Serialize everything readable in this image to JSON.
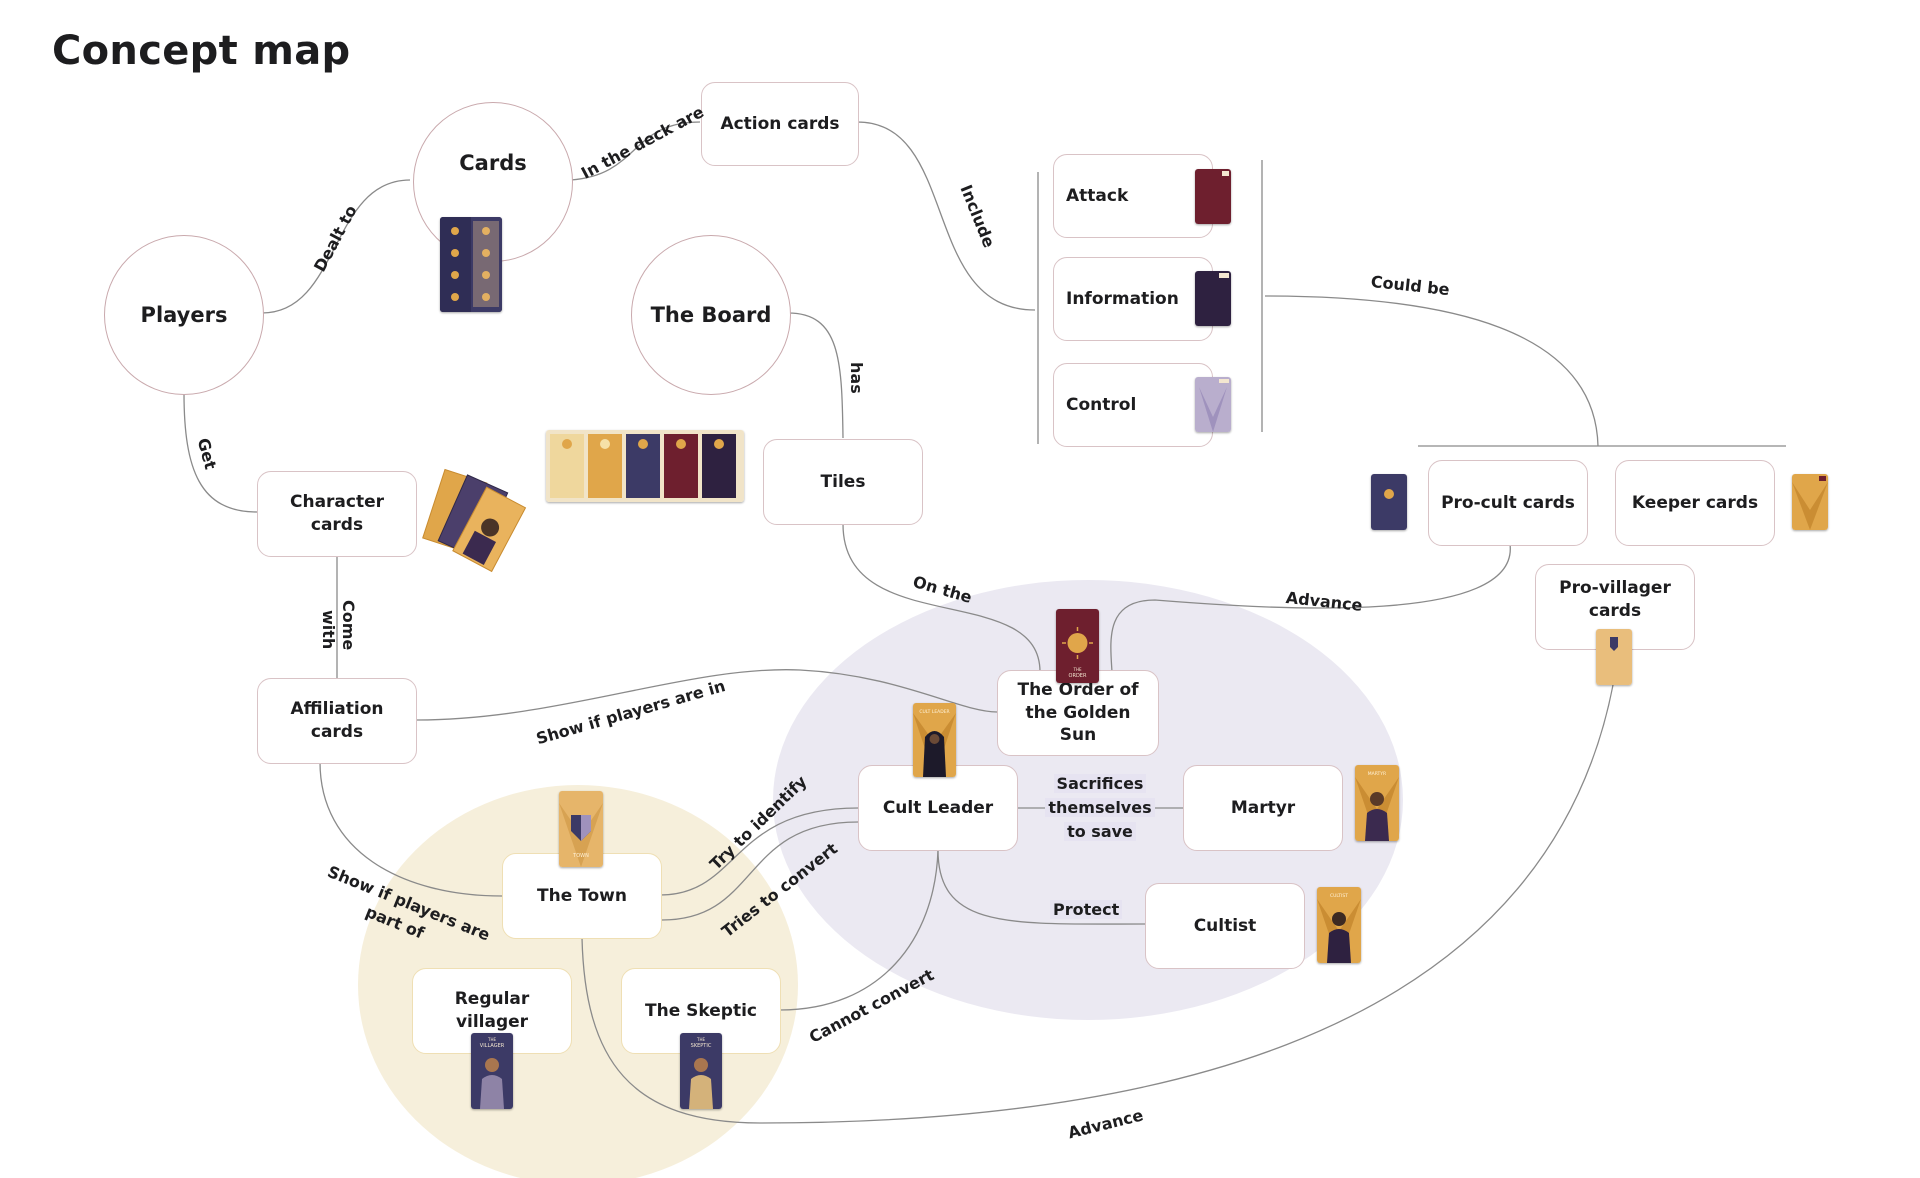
{
  "title": "Concept map",
  "colors": {
    "edge": "#8a8a8a",
    "node_border": "#d9c3c6",
    "cult_region": "#ebe9f2",
    "town_region": "#f6efdb",
    "accent_gold": "#e0a64a",
    "accent_purple": "#4b3f6b",
    "accent_wine": "#6e1f2e"
  },
  "nodes": {
    "cards": "Cards",
    "players": "Players",
    "the_board": "The Board",
    "action_cards": "Action cards",
    "attack": "Attack",
    "information": "Information",
    "control": "Control",
    "tiles": "Tiles",
    "character_cards": "Character cards",
    "affiliation_cards": "Affiliation cards",
    "pro_cult_cards": "Pro-cult cards",
    "keeper_cards": "Keeper cards",
    "pro_villager_cards": "Pro-villager cards",
    "order_golden_sun": "The Order of the Golden Sun",
    "cult_leader": "Cult Leader",
    "martyr": "Martyr",
    "cultist": "Cultist",
    "the_town": "The Town",
    "regular_villager": "Regular villager",
    "the_skeptic": "The Skeptic"
  },
  "edges": {
    "dealt_to": "Dealt to",
    "in_the_deck_are": "In the deck are",
    "include": "Include",
    "could_be": "Could be",
    "has": "has",
    "get": "Get",
    "come_with": [
      "Come",
      "with"
    ],
    "on_the": "On the",
    "advance_top": "Advance",
    "show_if_players_are_in": "Show if players are in",
    "show_if_players_are_part_of": [
      "Show if players are",
      "part of"
    ],
    "try_to_identify": "Try to identify",
    "tries_to_convert": "Tries to convert",
    "sacrifices": [
      "Sacrifices",
      "themselves",
      "to save"
    ],
    "protect": "Protect",
    "cannot_convert": "Cannot convert",
    "advance_bottom": "Advance"
  },
  "card_captions": {
    "order": [
      "THE",
      "ORDER"
    ],
    "cult_leader": "CULT LEADER",
    "town": "TOWN",
    "martyr": "MARTYR",
    "cultist": "CULTIST",
    "villager": [
      "THE",
      "VILLAGER"
    ],
    "skeptic": [
      "THE",
      "SKEPTIC"
    ]
  }
}
